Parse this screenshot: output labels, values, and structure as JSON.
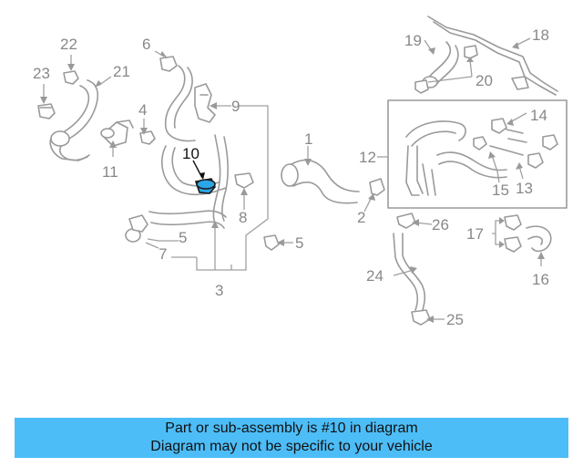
{
  "labels": {
    "l1": "1",
    "l2": "2",
    "l3": "3",
    "l4": "4",
    "l5a": "5",
    "l5b": "5",
    "l6": "6",
    "l7": "7",
    "l8": "8",
    "l9": "9",
    "l10": "10",
    "l11": "11",
    "l12": "12",
    "l13": "13",
    "l14": "14",
    "l15": "15",
    "l16": "16",
    "l17": "17",
    "l18": "18",
    "l19": "19",
    "l20": "20",
    "l21": "21",
    "l22": "22",
    "l23": "23",
    "l24": "24",
    "l25": "25",
    "l26": "26"
  },
  "highlight": {
    "part_number": "10",
    "color": "#2aa7e4"
  },
  "banner": {
    "line1": "Part or sub-assembly is #10 in diagram",
    "line2": "Diagram may not be specific to your vehicle",
    "color": "#4dbdf7"
  }
}
